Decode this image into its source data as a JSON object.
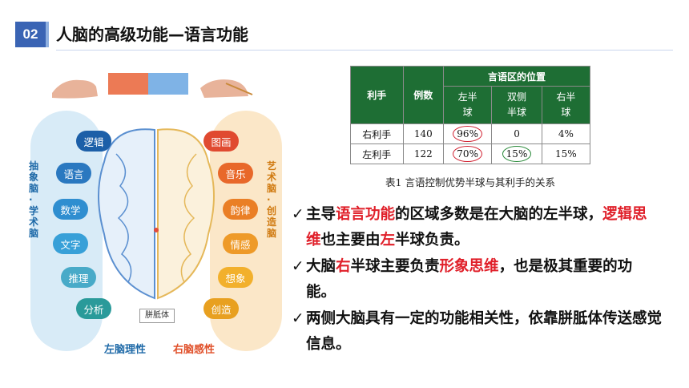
{
  "header": {
    "badge": "02",
    "title": "人脑的高级功能—语言功能"
  },
  "table": {
    "col_hand": "利手",
    "col_count": "例数",
    "col_group": "言语区的位置",
    "sub_left": "左半球",
    "sub_both": "双侧半球",
    "sub_right": "右半球",
    "rows": [
      {
        "hand": "右利手",
        "count": "140",
        "left": "96%",
        "both": "0",
        "right": "4%"
      },
      {
        "hand": "左利手",
        "count": "122",
        "left": "70%",
        "both": "15%",
        "right": "15%"
      }
    ],
    "caption": "表1 言语控制优势半球与其利手的关系"
  },
  "bullets": [
    {
      "check": "✓",
      "parts": [
        {
          "t": "主导"
        },
        {
          "t": "语言功能",
          "red": true
        },
        {
          "t": "的区域多数是在大脑的左半球，"
        },
        {
          "t": "逻辑思维",
          "red": true
        },
        {
          "t": "也主要由"
        },
        {
          "t": "左",
          "red": true
        },
        {
          "t": "半球负责。"
        }
      ]
    },
    {
      "check": "✓",
      "parts": [
        {
          "t": "大脑"
        },
        {
          "t": "右",
          "red": true
        },
        {
          "t": "半球主要负责"
        },
        {
          "t": "形象思维",
          "red": true
        },
        {
          "t": "，也是极其重要的功能。"
        }
      ]
    },
    {
      "check": "✓",
      "parts": [
        {
          "t": "两侧大脑具有一定的功能相关性，依靠胼胝体传送感觉信息。"
        }
      ]
    }
  ],
  "illustration": {
    "left_side": "抽象脑·学术脑",
    "right_side": "艺术脑·创造脑",
    "left_items": [
      "逻辑",
      "语言",
      "数学",
      "文字",
      "推理",
      "分析"
    ],
    "right_items": [
      "图画",
      "音乐",
      "韵律",
      "情感",
      "想象",
      "创造"
    ],
    "center": "胼胝体",
    "left_caption": "左脑理性",
    "right_caption": "右脑感性"
  },
  "colors": {
    "badge": "#3a64b4",
    "table_header": "#1e6e34",
    "highlight": "#e0202a",
    "left_panel": "#d8ebf7",
    "right_panel": "#fbe7c8"
  }
}
